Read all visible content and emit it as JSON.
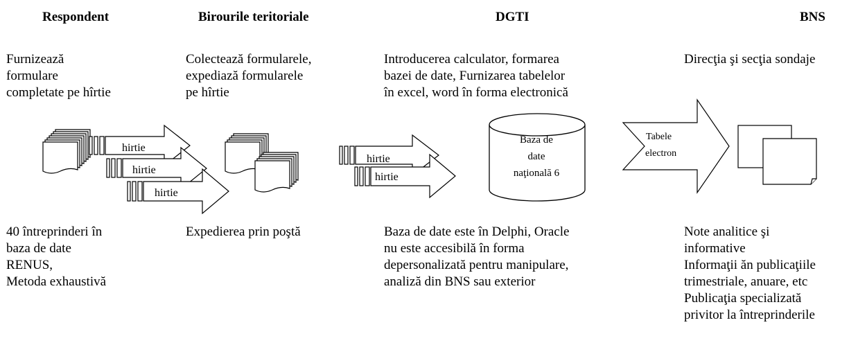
{
  "headers": {
    "respondent": "Respondent",
    "birouri": "Birourile teritoriale",
    "dgti": "DGTI",
    "bns": "BNS"
  },
  "top_text": {
    "respondent": [
      "Furnizează",
      "formulare",
      "completate pe hîrtie"
    ],
    "birouri": [
      "Colectează formularele,",
      "expediază formularele",
      "pe hîrtie"
    ],
    "dgti": [
      "Introducerea calculator, formarea",
      "bazei de date, Furnizarea tabelelor",
      "în excel, word în forma electronică"
    ],
    "bns": [
      "Direcţia şi secţia sondaje"
    ]
  },
  "arrow_labels": {
    "resp_1": "hirtie",
    "resp_2": "hirtie",
    "resp_3": "hirtie",
    "birouri_1": "hirtie",
    "birouri_2": "hirtie",
    "dgti_to_bns": [
      "Tabele",
      "electron"
    ]
  },
  "database": [
    "Baza de",
    "date",
    "naţională 6"
  ],
  "bottom_text": {
    "respondent": [
      "40 întreprinderi în",
      "baza de date",
      "RENUS,",
      "Metoda exhaustivă"
    ],
    "birouri": [
      "Expedierea prin poştă"
    ],
    "dgti": [
      "Baza de date este în Delphi, Oracle",
      "nu este accesibilă în forma",
      "depersonalizată pentru manipulare,",
      "analiză din BNS sau exterior"
    ],
    "bns": [
      "Note analitice şi",
      "informative",
      "Informaţii ăn publicaţiile",
      "trimestriale, anuare, etc",
      "Publicaţia specializată",
      "privitor la întreprinderile"
    ]
  }
}
